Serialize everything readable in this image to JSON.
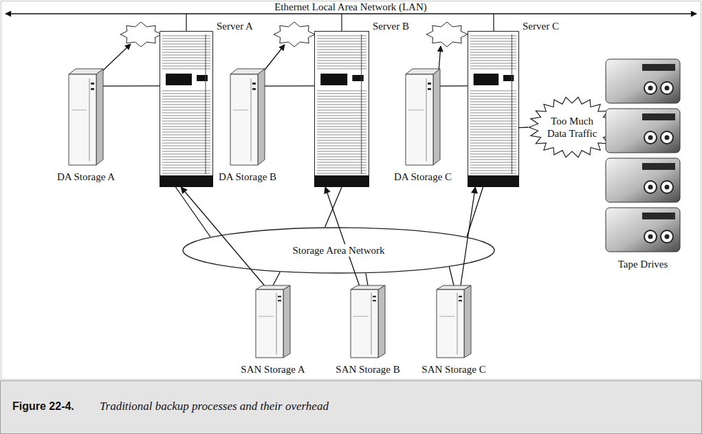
{
  "diagram": {
    "caption": "Traditional backup processes and their overhead",
    "nodes": [
      {
        "text": [
          "Server A"
        ]
      },
      {
        "text": [
          "DA Storage A"
        ]
      },
      {
        "text": [
          "Server B"
        ]
      },
      {
        "text": [
          "DA Storage B"
        ]
      },
      {
        "text": [
          "Server C"
        ]
      },
      {
        "text": [
          "DA Storage C"
        ]
      },
      {
        "text": [
          "Storage Area Network"
        ]
      },
      {
        "text": [
          "SAN Storage A"
        ]
      },
      {
        "text": [
          "SAN Storage B"
        ]
      },
      {
        "text": [
          "SAN Storage C"
        ]
      },
      {
        "text": [
          "Too Much Data Traffic"
        ]
      },
      {
        "text": [
          "Tape Drives"
        ]
      }
    ],
    "edges": [
      {
        "from": 1,
        "to": 0,
        "arrow": "none"
      },
      {
        "from": 3,
        "to": 2,
        "arrow": "none"
      },
      {
        "from": 5,
        "to": 4,
        "arrow": "none"
      },
      {
        "from": 0,
        "to": 6,
        "arrow": "none"
      },
      {
        "from": 2,
        "to": 6,
        "arrow": "none"
      },
      {
        "from": 4,
        "to": 6,
        "arrow": "none"
      },
      {
        "from": 7,
        "to": 6,
        "arrow": "none"
      },
      {
        "from": 8,
        "to": 6,
        "arrow": "none"
      },
      {
        "from": 9,
        "to": 6,
        "arrow": "none"
      },
      {
        "from": 7,
        "to": 0,
        "arrow": "to"
      },
      {
        "from": 8,
        "to": 2,
        "arrow": "to"
      },
      {
        "from": 9,
        "to": 4,
        "arrow": "to"
      },
      {
        "from": 4,
        "to": 10,
        "arrow": "none"
      },
      {
        "from": 10,
        "to": 11,
        "arrow": "none"
      }
    ],
    "labels": [
      "Ethernet Local Area Network (LAN)",
      "Figure 22-4."
    ]
  }
}
